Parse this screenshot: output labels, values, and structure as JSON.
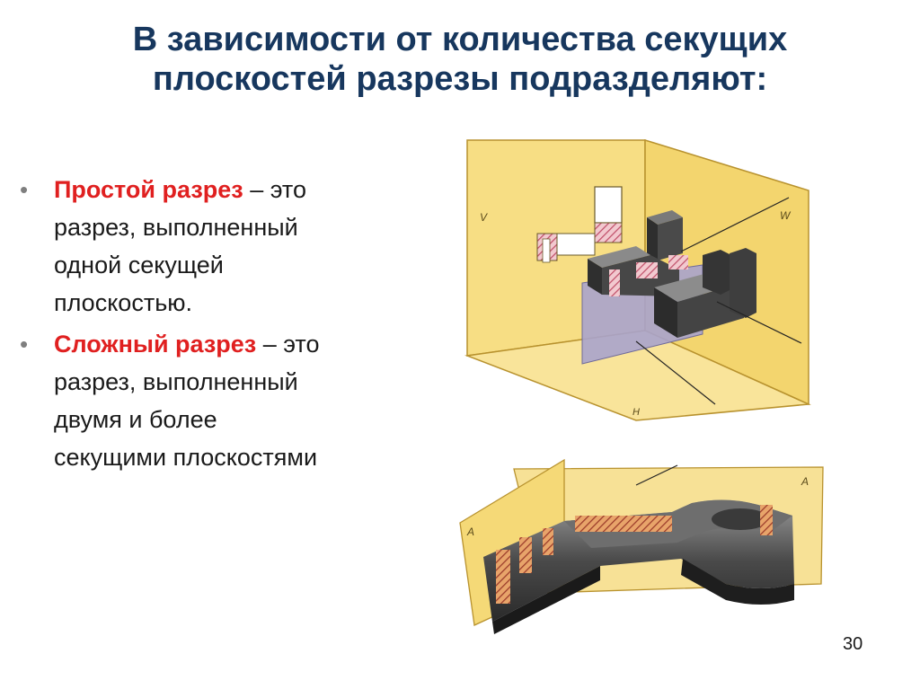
{
  "slide": {
    "title_line1": "В зависимости от количества секущих",
    "title_line2": "плоскостей разрезы подразделяют:",
    "page_number": "30"
  },
  "bullets": [
    {
      "marker": "•",
      "term": "Простой разрез",
      "rest": " – это разрез, выполненный одной секущей плоскостью."
    },
    {
      "marker": "•",
      "term": "Сложный разрез",
      "rest": " – это разрез, выполненный двумя и более секущими плоскостями"
    }
  ],
  "figure_top": {
    "labels": {
      "v": "V",
      "w": "W",
      "h": "H"
    }
  },
  "figure_bottom": {
    "labels": {
      "a_left": "A",
      "a_right": "A"
    }
  },
  "colors": {
    "title": "#17375e",
    "term": "#e02020",
    "plane_yellow": "#f6dc7a",
    "plane_edge": "#c9a23a",
    "part_dark": "#3b3b3b",
    "section_hatch": "#c0506a",
    "cutting_plane": "#a7a2c8"
  }
}
